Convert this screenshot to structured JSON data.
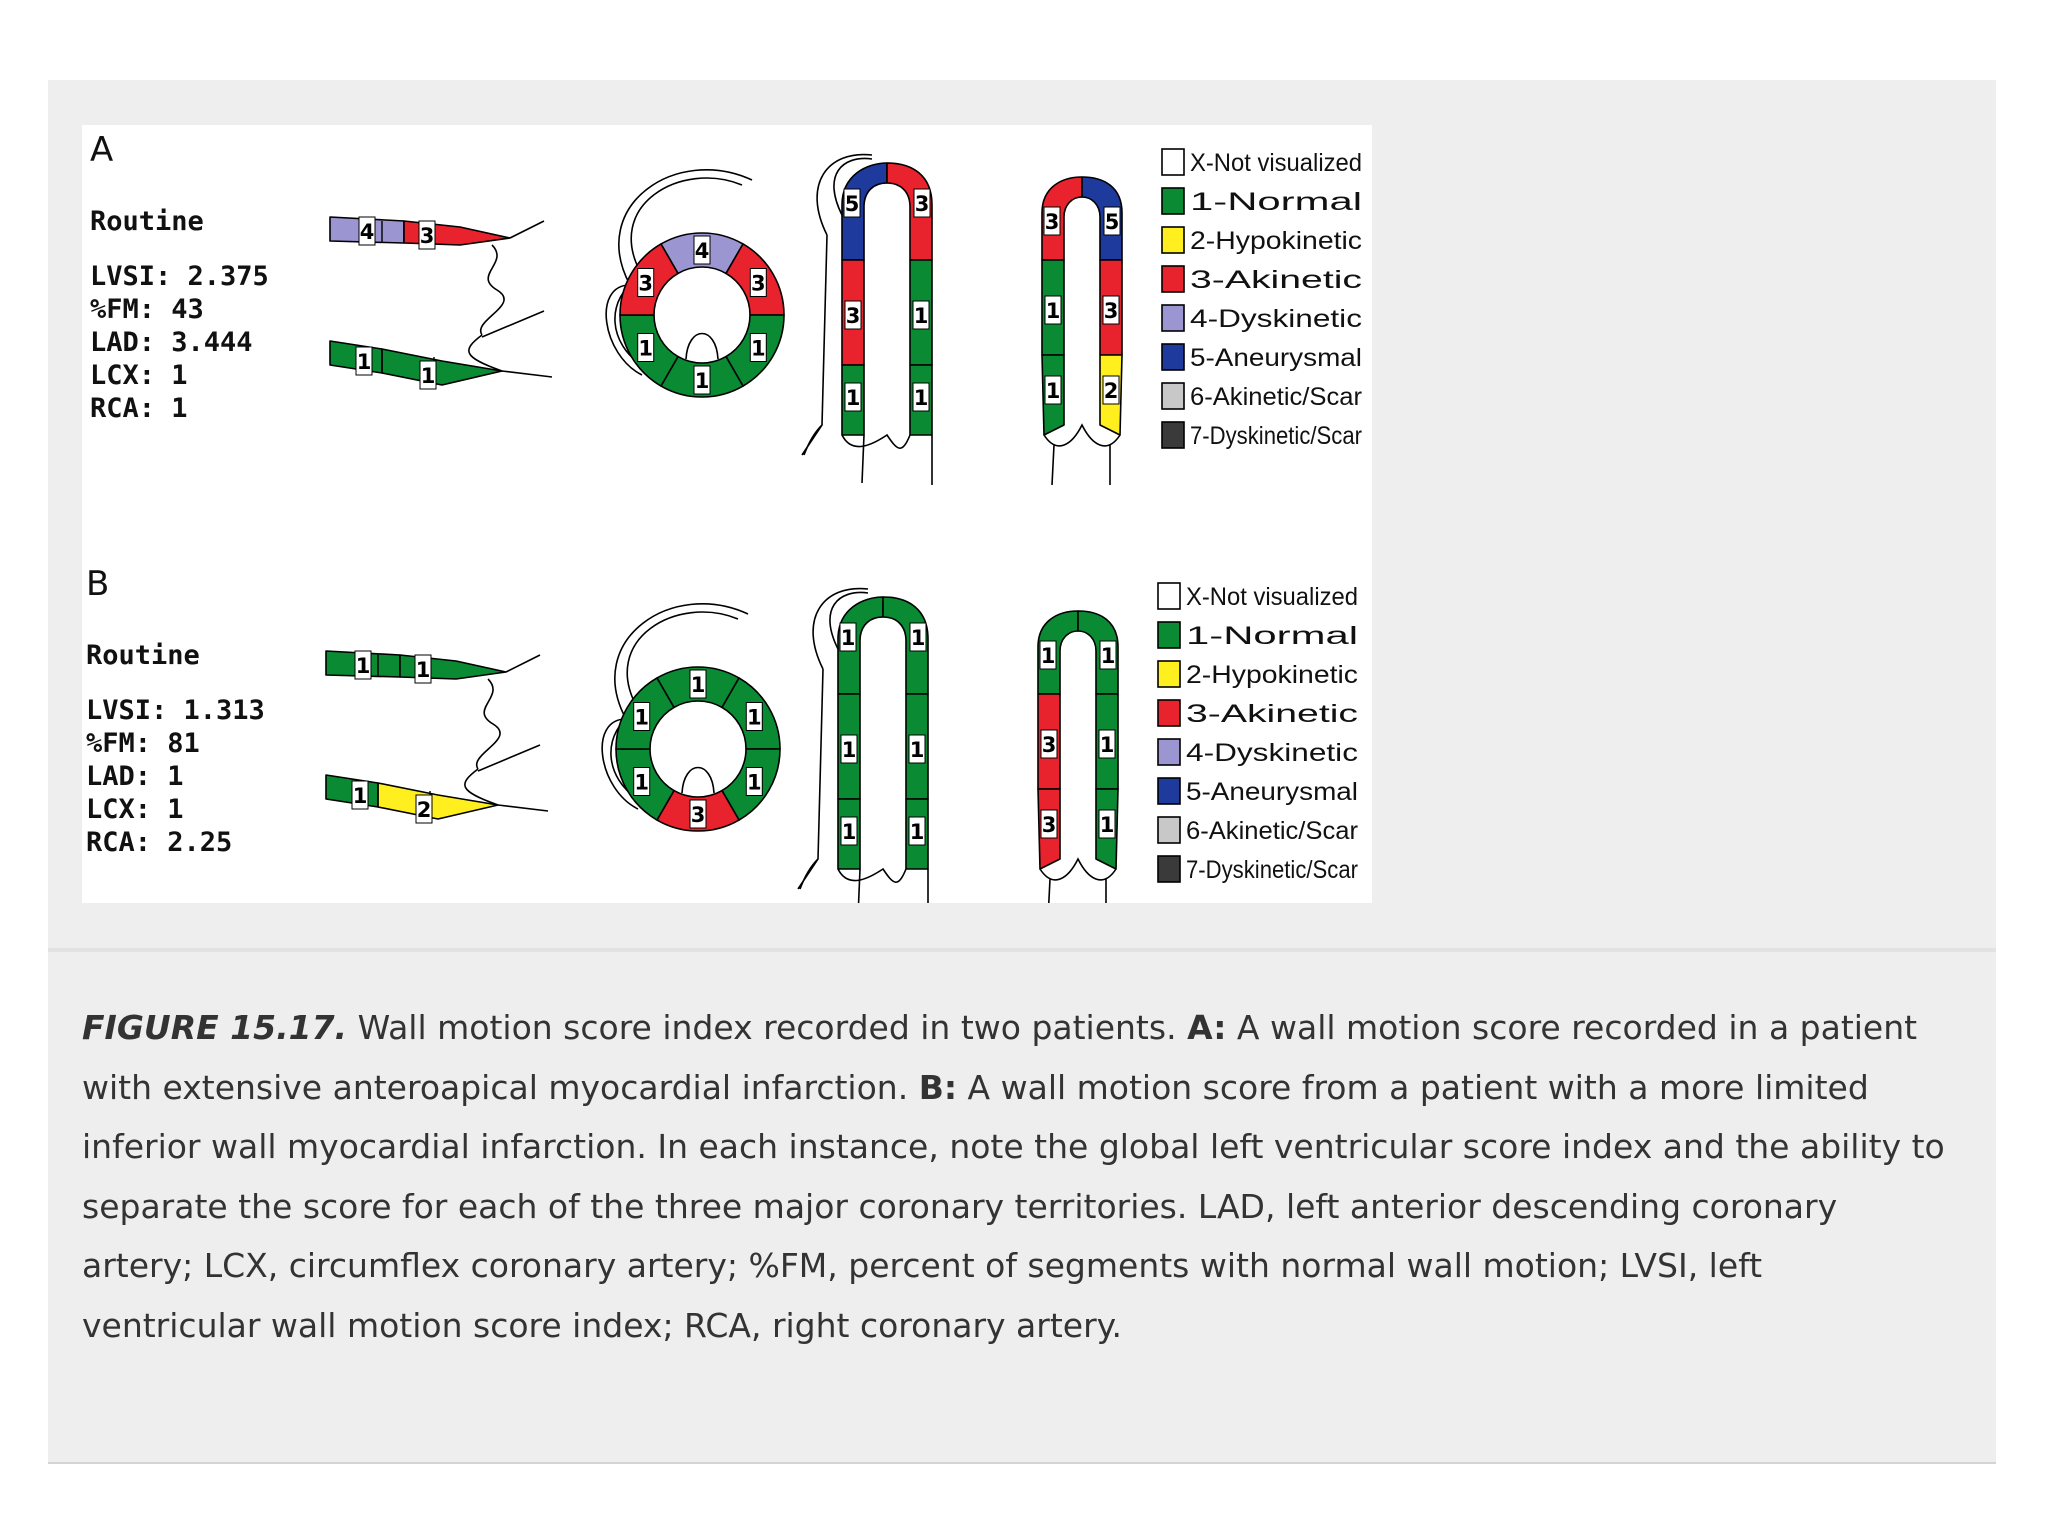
{
  "colors": {
    "card_bg": "#eeeeee",
    "not_visualized": "#ffffff",
    "normal": "#0b8a34",
    "hypokinetic": "#ffef1e",
    "akinetic": "#e8232d",
    "dyskinetic": "#9b95d1",
    "aneurysmal": "#1d3a9c",
    "akinetic_scar": "#c8c8c8",
    "dyskinetic_scar": "#3a3a3a",
    "outline": "#000000"
  },
  "panels": [
    {
      "letter": "A",
      "routine_label": "Routine",
      "stats": [
        "LVSI: 2.375",
        " %FM: 43",
        " LAD: 3.444",
        " LCX: 1",
        " RCA: 1"
      ],
      "long_axis": {
        "top": [
          "4",
          "3"
        ],
        "bottom": [
          "1",
          "1"
        ]
      },
      "short_axis": [
        "4",
        "3",
        "3",
        "1",
        "1",
        "1"
      ],
      "four_chamber": {
        "apex": [
          "5",
          "3"
        ],
        "left": [
          "3",
          "1"
        ],
        "right": [
          "1",
          "1"
        ]
      },
      "two_chamber": {
        "apex": [
          "3",
          "5"
        ],
        "left": [
          "1",
          "1"
        ],
        "right": [
          "3",
          "2"
        ]
      },
      "legend": [
        "X-Not visualized",
        "1-Normal",
        "2-Hypokinetic",
        "3-Akinetic",
        "4-Dyskinetic",
        "5-Aneurysmal",
        "6-Akinetic/Scar",
        "7-Dyskinetic/Scar"
      ]
    },
    {
      "letter": "B",
      "routine_label": "Routine",
      "stats": [
        "LVSI: 1.313",
        " %FM: 81",
        " LAD: 1",
        " LCX: 1",
        " RCA: 2.25"
      ],
      "long_axis": {
        "top": [
          "1",
          "1"
        ],
        "bottom": [
          "1",
          "2"
        ]
      },
      "short_axis": [
        "1",
        "1",
        "1",
        "1",
        "1",
        "3"
      ],
      "four_chamber": {
        "apex": [
          "1",
          "1"
        ],
        "left": [
          "1",
          "1"
        ],
        "right": [
          "1",
          "1"
        ]
      },
      "two_chamber": {
        "apex": [
          "1",
          "1"
        ],
        "left": [
          "3",
          "3"
        ],
        "right": [
          "1",
          "1"
        ]
      },
      "legend": [
        "X-Not visualized",
        "1-Normal",
        "2-Hypokinetic",
        "3-Akinetic",
        "4-Dyskinetic",
        "5-Aneurysmal",
        "6-Akinetic/Scar",
        "7-Dyskinetic/Scar"
      ]
    }
  ],
  "caption": {
    "figure_label": "FIGURE 15.17.",
    "line1_a": " Wall motion score index recorded in two patients. ",
    "tag_a": "A:",
    "line1_b": " A wall motion score recorded in a patient",
    "line2_a": "with extensive anteroapical myocardial infarction. ",
    "tag_b": "B:",
    "line2_b": " A wall motion score from a patient with a more limited",
    "line3": "inferior wall myocardial infarction. In each instance, note the global left ventricular score index and the ability to",
    "line4": "separate the score for each of the three major coronary territories. LAD, left anterior descending coronary",
    "line5": "artery; LCX, circumflex coronary artery; %FM, percent of segments with normal wall motion; LVSI, left",
    "line6": "ventricular wall motion score index; RCA, right coronary artery."
  }
}
